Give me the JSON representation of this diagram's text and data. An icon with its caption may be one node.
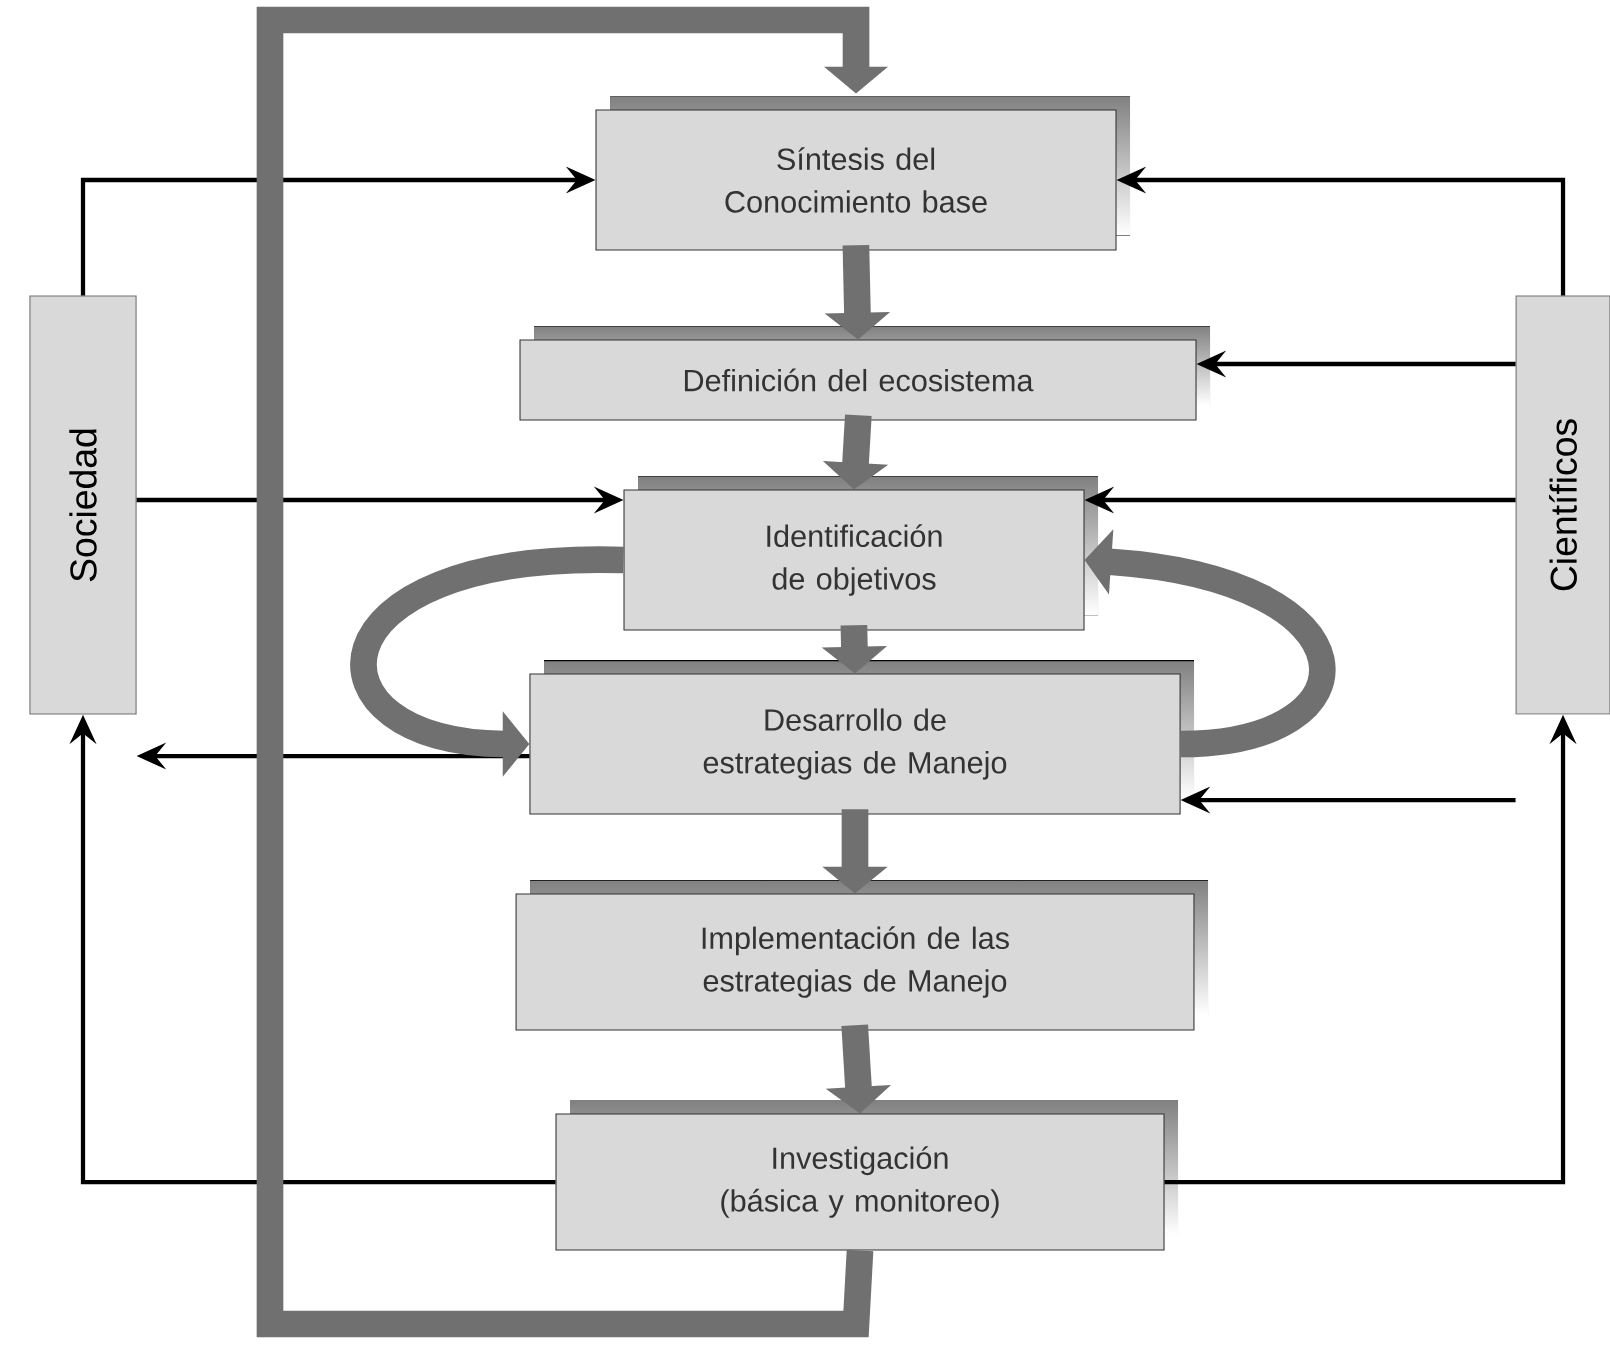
{
  "diagram": {
    "nodes": [
      {
        "text": [
          "Sociedad"
        ]
      },
      {
        "text": [
          "Científicos"
        ]
      },
      {
        "text": [
          "Síntesis del Conocimiento base"
        ]
      },
      {
        "text": [
          "Definición del ecosistema"
        ]
      },
      {
        "text": [
          "Identificación de objetivos"
        ]
      },
      {
        "text": [
          "Desarrollo de estrategias de Manejo"
        ]
      },
      {
        "text": [
          "Implementación de las estrategias de Manejo"
        ]
      },
      {
        "text": [
          "Investigación (básica y monitoreo)"
        ]
      }
    ],
    "edges": [
      {
        "from": 0,
        "to": 2,
        "arrow": "to"
      },
      {
        "from": 0,
        "to": 4,
        "arrow": "to"
      },
      {
        "from": 5,
        "to": 0,
        "arrow": "to"
      },
      {
        "from": 7,
        "to": 0,
        "arrow": "to"
      },
      {
        "from": 1,
        "to": 2,
        "arrow": "to"
      },
      {
        "from": 1,
        "to": 3,
        "arrow": "to"
      },
      {
        "from": 1,
        "to": 4,
        "arrow": "to"
      },
      {
        "from": 1,
        "to": 5,
        "arrow": "to"
      },
      {
        "from": 7,
        "to": 1,
        "arrow": "to"
      },
      {
        "from": 2,
        "to": 3,
        "arrow": "to",
        "style": "thick",
        "color": "#707070"
      },
      {
        "from": 3,
        "to": 4,
        "arrow": "to",
        "style": "thick",
        "color": "#707070"
      },
      {
        "from": 4,
        "to": 5,
        "arrow": "to",
        "style": "thick",
        "color": "#707070"
      },
      {
        "from": 5,
        "to": 6,
        "arrow": "to",
        "style": "thick",
        "color": "#707070"
      },
      {
        "from": 6,
        "to": 7,
        "arrow": "to",
        "style": "thick",
        "color": "#707070"
      },
      {
        "from": 7,
        "to": 2,
        "arrow": "to",
        "style": "thick",
        "color": "#707070"
      },
      {
        "from": 4,
        "to": 5,
        "arrow": "to",
        "style": "thick",
        "color": "#707070"
      },
      {
        "from": 5,
        "to": 4,
        "arrow": "to",
        "style": "thick",
        "color": "#707070"
      }
    ]
  }
}
